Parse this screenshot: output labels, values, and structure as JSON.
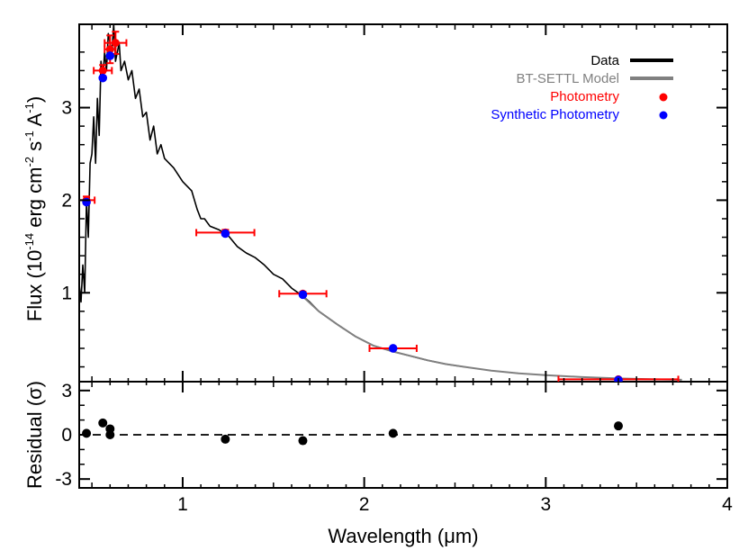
{
  "chart_data": [
    {
      "type": "line",
      "panel": "spectrum",
      "title": "",
      "xlabel": "",
      "ylabel_parts": {
        "pre": "Flux (10",
        "exp1": "-14",
        "mid1": " erg cm",
        "exp2": "-2",
        "mid2": " s",
        "exp3": "-1",
        "mid3": " A",
        "exp4": "-1",
        "post": ")"
      },
      "xlim": [
        0.43,
        4.0
      ],
      "ylim": [
        0.04,
        3.9
      ],
      "yticks": [
        1,
        2,
        3
      ],
      "ytick_labels": [
        "1",
        "2",
        "3"
      ],
      "series": [
        {
          "name": "Data",
          "color": "#000000",
          "x": [
            0.43,
            0.44,
            0.45,
            0.46,
            0.47,
            0.48,
            0.49,
            0.5,
            0.51,
            0.52,
            0.53,
            0.54,
            0.55,
            0.56,
            0.57,
            0.58,
            0.59,
            0.6,
            0.61,
            0.62,
            0.63,
            0.64,
            0.65,
            0.66,
            0.68,
            0.7,
            0.72,
            0.74,
            0.76,
            0.78,
            0.8,
            0.82,
            0.84,
            0.86,
            0.88,
            0.9,
            0.95,
            1.0,
            1.05,
            1.08,
            1.1,
            1.12,
            1.15,
            1.2,
            1.25,
            1.3,
            1.35,
            1.4,
            1.45,
            1.5,
            1.55,
            1.6,
            1.65,
            1.7,
            1.75,
            1.85,
            1.95,
            2.05,
            2.15,
            2.25,
            2.35,
            2.45,
            2.55
          ],
          "y": [
            1.1,
            0.9,
            1.3,
            1.0,
            2.0,
            1.6,
            2.4,
            2.5,
            2.9,
            2.4,
            3.1,
            2.7,
            3.5,
            3.3,
            3.6,
            3.4,
            3.8,
            3.7,
            3.6,
            3.9,
            3.5,
            3.6,
            3.7,
            3.4,
            3.5,
            3.3,
            3.4,
            3.1,
            3.2,
            2.9,
            2.95,
            2.65,
            2.8,
            2.5,
            2.6,
            2.45,
            2.35,
            2.2,
            2.1,
            1.9,
            1.8,
            1.8,
            1.72,
            1.68,
            1.62,
            1.5,
            1.43,
            1.38,
            1.3,
            1.2,
            1.15,
            1.05,
            0.98,
            0.9,
            0.8,
            0.66,
            0.53,
            0.43,
            0.37,
            0.32,
            0.27,
            0.23,
            0.2
          ]
        },
        {
          "name": "BT-SETTL Model",
          "color": "#808080",
          "x": [
            1.65,
            1.75,
            1.85,
            1.95,
            2.05,
            2.15,
            2.25,
            2.35,
            2.45,
            2.55,
            2.7,
            2.85,
            3.0,
            3.2,
            3.4,
            3.6,
            3.75
          ],
          "y": [
            0.98,
            0.8,
            0.66,
            0.53,
            0.43,
            0.37,
            0.32,
            0.27,
            0.23,
            0.2,
            0.16,
            0.13,
            0.11,
            0.09,
            0.075,
            0.065,
            0.06
          ]
        }
      ],
      "photometry": {
        "name": "Photometry",
        "color": "#ff0000",
        "points": [
          {
            "x": 0.47,
            "y": 2.0,
            "xerr": 0.045,
            "yerr": 0.04
          },
          {
            "x": 0.56,
            "y": 3.4,
            "xerr": 0.05,
            "yerr": 0.06
          },
          {
            "x": 0.6,
            "y": 3.63,
            "xerr": 0.03,
            "yerr": 0.15
          },
          {
            "x": 0.63,
            "y": 3.7,
            "xerr": 0.06,
            "yerr": 0.12
          },
          {
            "x": 1.235,
            "y": 1.65,
            "xerr": 0.16,
            "yerr": 0.03
          },
          {
            "x": 1.662,
            "y": 0.99,
            "xerr": 0.13,
            "yerr": 0.02
          },
          {
            "x": 2.159,
            "y": 0.4,
            "xerr": 0.13,
            "yerr": 0.01
          },
          {
            "x": 3.4,
            "y": 0.065,
            "xerr": 0.33,
            "yerr": 0.005
          }
        ]
      },
      "synthetic_photometry": {
        "name": "Synthetic Photometry",
        "color": "#0000ff",
        "points": [
          {
            "x": 0.47,
            "y": 1.98
          },
          {
            "x": 0.56,
            "y": 3.32
          },
          {
            "x": 0.6,
            "y": 3.56
          },
          {
            "x": 1.235,
            "y": 1.64
          },
          {
            "x": 1.662,
            "y": 0.98
          },
          {
            "x": 2.159,
            "y": 0.4
          },
          {
            "x": 3.4,
            "y": 0.058
          }
        ]
      },
      "legend": {
        "placement": "top-right",
        "entries": [
          {
            "label": "Data",
            "color": "#000000",
            "kind": "line"
          },
          {
            "label": "BT-SETTL Model",
            "color": "#808080",
            "kind": "line"
          },
          {
            "label": "Photometry",
            "color": "#ff0000",
            "kind": "dot"
          },
          {
            "label": "Synthetic Photometry",
            "color": "#0000ff",
            "kind": "dot"
          }
        ]
      }
    },
    {
      "type": "scatter",
      "panel": "residual",
      "xlabel": "Wavelength (μm)",
      "ylabel": "Residual (σ)",
      "xlim": [
        0.43,
        4.0
      ],
      "ylim": [
        -3.6,
        3.6
      ],
      "xticks": [
        1,
        2,
        3,
        4
      ],
      "xtick_labels": [
        "1",
        "2",
        "3",
        "4"
      ],
      "yticks": [
        -3,
        0,
        3
      ],
      "ytick_labels": [
        "-3",
        "0",
        "3"
      ],
      "reference_line": 0,
      "points": [
        {
          "x": 0.47,
          "y": 0.1
        },
        {
          "x": 0.56,
          "y": 0.8
        },
        {
          "x": 0.6,
          "y": 0.4
        },
        {
          "x": 0.6,
          "y": 0.0
        },
        {
          "x": 1.235,
          "y": -0.3
        },
        {
          "x": 1.662,
          "y": -0.4
        },
        {
          "x": 2.159,
          "y": 0.1
        },
        {
          "x": 3.4,
          "y": 0.6
        }
      ]
    }
  ]
}
